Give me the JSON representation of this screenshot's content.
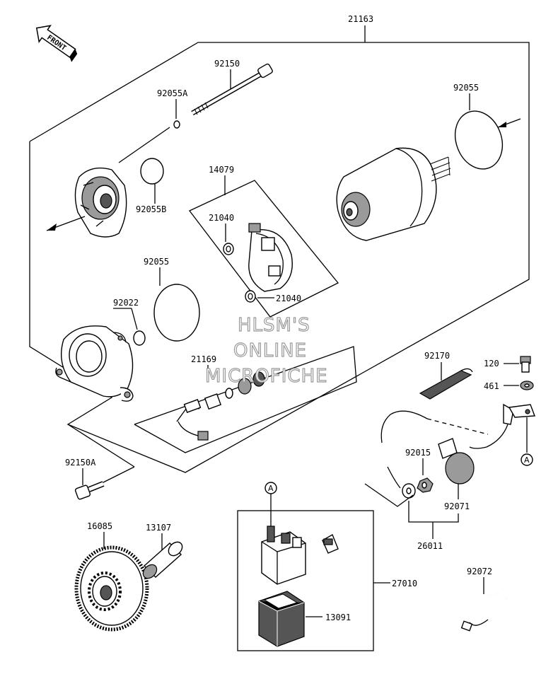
{
  "orientation_marker": "FRONT",
  "watermark": [
    "HLSM'S",
    "ONLINE",
    "MICROFICHE"
  ],
  "reference_marker": "A",
  "part_numbers": {
    "assembly": "21163",
    "through_bolt": "92150",
    "o_ring_small": "92055A",
    "o_ring_rear_cover": "92055B",
    "o_ring_large_top": "92055",
    "o_ring_large_mid": "92055",
    "brush_holder": "14079",
    "brush_spring_upper": "21040",
    "brush_spring_lower": "21040",
    "washer_cover": "92022",
    "terminal_set": "21169",
    "bolt_92150a": "92150A",
    "idle_gear": "16085",
    "gear_shaft": "13107",
    "starter_lead": "92170",
    "bolt_120": "120",
    "washer_461": "461",
    "nut": "92015",
    "cap": "92071",
    "cable": "26011",
    "relay": "27010",
    "relay_cover": "13091",
    "band": "92072"
  }
}
